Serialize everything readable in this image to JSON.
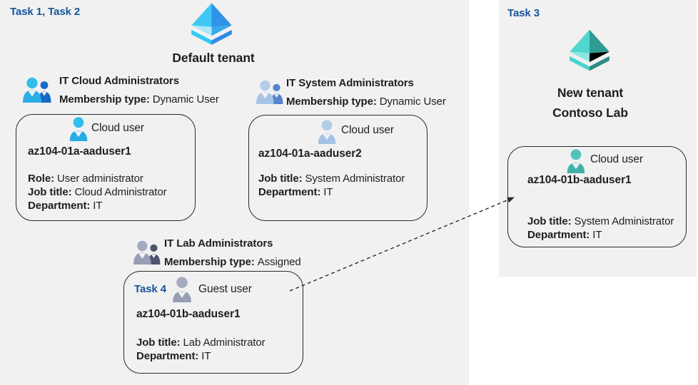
{
  "tenants": {
    "left": {
      "task_label": "Task 1, Task 2",
      "name": "Default tenant"
    },
    "right": {
      "task_label": "Task 3",
      "name_line1": "New tenant",
      "name_line2": "Contoso Lab"
    }
  },
  "groups": [
    {
      "title": "IT Cloud Administrators",
      "membership_label": "Membership type:",
      "membership_value": "Dynamic User"
    },
    {
      "title": "IT System Administrators",
      "membership_label": "Membership type:",
      "membership_value": "Dynamic User"
    },
    {
      "title": "IT Lab Administrators",
      "membership_label": "Membership type:",
      "membership_value": "Assigned"
    }
  ],
  "users": [
    {
      "type_label": "Cloud user",
      "name": "az104-01a-aaduser1",
      "fields": [
        {
          "label": "Role:",
          "value": "User administrator"
        },
        {
          "label": "Job title:",
          "value": "Cloud Administrator"
        },
        {
          "label": "Department:",
          "value": "IT"
        }
      ]
    },
    {
      "type_label": "Cloud user",
      "name": "az104-01a-aaduser2",
      "fields": [
        {
          "label": "Job title:",
          "value": "System Administrator"
        },
        {
          "label": "Department:",
          "value": "IT"
        }
      ]
    },
    {
      "task_label": "Task 4",
      "type_label": "Guest user",
      "name": "az104-01b-aaduser1",
      "fields": [
        {
          "label": "Job title:",
          "value": "Lab Administrator"
        },
        {
          "label": "Department:",
          "value": "IT"
        }
      ]
    },
    {
      "type_label": "Cloud user",
      "name": "az104-01b-aaduser1",
      "fields": [
        {
          "label": "Job title:",
          "value": "System Administrator"
        },
        {
          "label": "Department:",
          "value": "IT"
        }
      ]
    }
  ],
  "icons": {
    "left_tenant": "azure-tenant-diamond-icon",
    "right_tenant": "azure-tenant-diamond-icon-teal",
    "groups": "user-group-icon",
    "users": "person-icon"
  },
  "colors": {
    "task_label_blue": "#17549a",
    "panel_gray": "#f1f1f2",
    "left_tenant_blue": "#3fc8f5",
    "right_tenant_teal": "#52d6cf",
    "cloud_user1_cyan": "#2ab5ea",
    "cloud_user2_blue": "#a9c7e6",
    "guest_user_slate": "#9aa1b8",
    "right_user_teal": "#45b5ae",
    "card_border": "#2b2b2b",
    "arrow": "#2b2b2b"
  }
}
